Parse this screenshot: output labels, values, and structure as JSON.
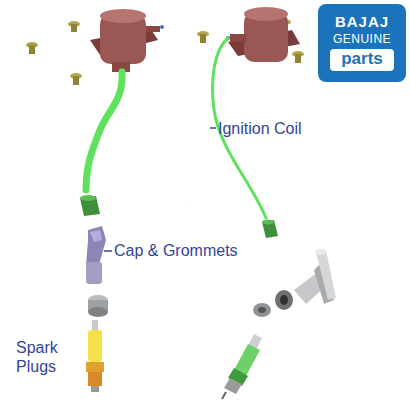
{
  "diagram": {
    "nodes": [
      {
        "text": [
          "BAJAJ",
          "GENUINE",
          "parts"
        ]
      }
    ],
    "labels": [
      "Ignition Coil",
      "Cap & Grommets",
      "Spark Plugs"
    ]
  }
}
